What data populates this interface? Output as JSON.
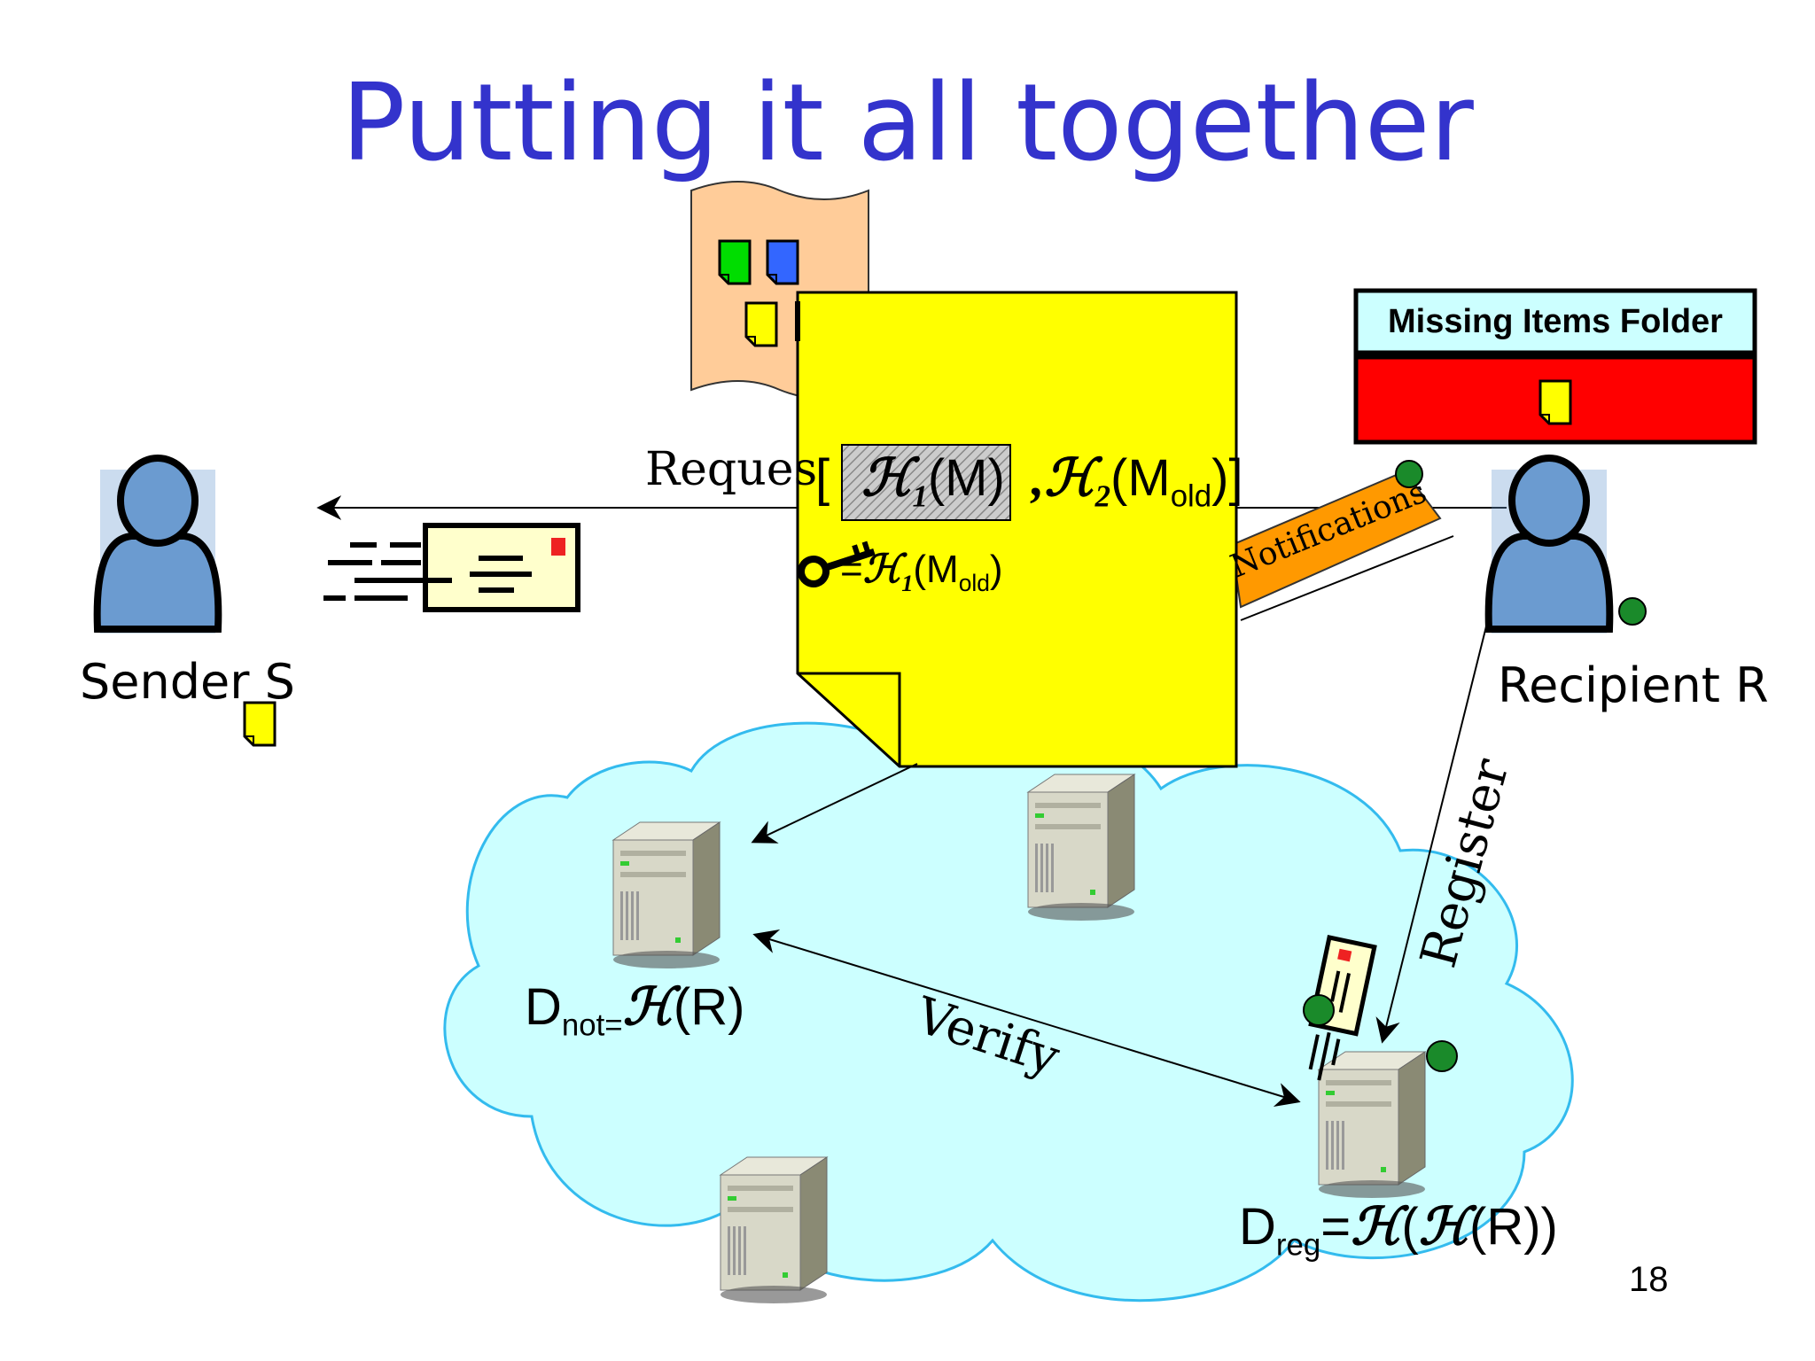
{
  "slide": {
    "title": "Putting it all together",
    "page_number": "18"
  },
  "actors": {
    "sender": "Sender S",
    "recipient": "Recipient R"
  },
  "folder": {
    "title": "Missing Items Folder"
  },
  "labels": {
    "request": "Reques",
    "notifications": "Notifications",
    "register": "Register",
    "verify": "Verify"
  },
  "note": {
    "open_bracket": "[",
    "h1": "ℋ",
    "h1_sub": "1",
    "h1_arg": "(M)",
    "comma": ",",
    "h2": "ℋ",
    "h2_sub": "2",
    "h2_arg_open": "(M",
    "h2_arg_sub": "old",
    "h2_arg_close": ")]",
    "key_eq": "=",
    "key_h": "ℋ",
    "key_h_sub": "1",
    "key_arg_open": "(M",
    "key_arg_sub": "old",
    "key_arg_close": ")"
  },
  "servers": {
    "d_not_main": "D",
    "d_not_sub": "not=",
    "d_not_h": "ℋ",
    "d_not_arg": "(R)",
    "d_reg_main": "D",
    "d_reg_sub": "reg",
    "d_reg_eq": "=",
    "d_reg_h1": "ℋ",
    "d_reg_mid": "(",
    "d_reg_h2": "ℋ",
    "d_reg_arg": "(R))"
  },
  "colors": {
    "title": "#3333cc",
    "note_yellow": "#ffff00",
    "cloud": "#ccffff",
    "cloud_stroke": "#33bbee",
    "orange_tab": "#ff9900",
    "folder_red": "#ff0000",
    "folder_header": "#ccffff",
    "person": "#6b9bd0",
    "green_dot": "#1a8a2a",
    "peach": "#ffcc99"
  }
}
